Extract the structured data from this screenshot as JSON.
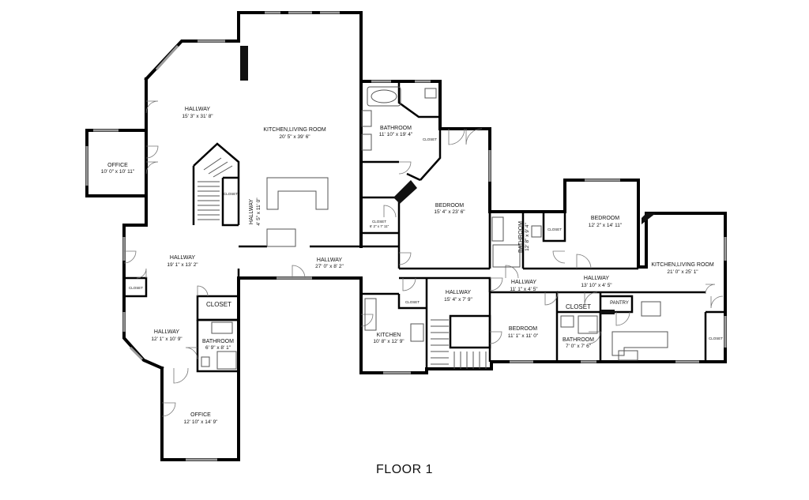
{
  "floor_label": "FLOOR 1",
  "rooms": {
    "hallway_nw": {
      "name": "HALLWAY",
      "dim": "15' 3\" x 31' 8\""
    },
    "kitchen_living_main": {
      "name": "KITCHEN,LIVING ROOM",
      "dim": "20' 5\" x 39' 6\""
    },
    "office_west": {
      "name": "OFFICE",
      "dim": "10' 0\" x 10' 11\""
    },
    "bathroom_master": {
      "name": "BATHROOM",
      "dim": "11' 10\" x 19' 4\""
    },
    "closet_master": {
      "name": "CLOSET"
    },
    "bedroom_master": {
      "name": "BEDROOM",
      "dim": "15' 4\" x 23' 6\""
    },
    "closet_stair": {
      "name": "CLOSET"
    },
    "hallway_vertical": {
      "name": "HALLWAY",
      "dim": "4' 5\" x 11' 0\""
    },
    "closet_small": {
      "name": "CLOSET",
      "dim": "6' 2\" x 7' 11\""
    },
    "hallway_west": {
      "name": "HALLWAY",
      "dim": "19' 1\" x 13' 2\""
    },
    "hallway_center": {
      "name": "HALLWAY",
      "dim": "27' 0\" x 8' 2\""
    },
    "closet_west_small": {
      "name": "CLOSET"
    },
    "closet_west": {
      "name": "CLOSET"
    },
    "hallway_sw": {
      "name": "HALLWAY",
      "dim": "12' 1\" x 10' 9\""
    },
    "bathroom_west": {
      "name": "BATHROOM",
      "dim": "6' 9\" x 8' 1\""
    },
    "office_south": {
      "name": "OFFICE",
      "dim": "12' 10\" x 14' 9\""
    },
    "kitchen_south": {
      "name": "KITCHEN",
      "dim": "10' 8\" x 12' 9\""
    },
    "closet_kitchen": {
      "name": "CLOSET"
    },
    "hallway_south": {
      "name": "HALLWAY",
      "dim": "15' 4\" x 7' 9\""
    },
    "bathroom_east_vertical": {
      "name": "BATHROOM",
      "dim": "12' 8\" x 9' 4\""
    },
    "closet_east": {
      "name": "CLOSET"
    },
    "bedroom_east": {
      "name": "BEDROOM",
      "dim": "12' 2\" x 14' 11\""
    },
    "hallway_east_small": {
      "name": "HALLWAY",
      "dim": "11' 1\" x 4' 5\""
    },
    "hallway_east": {
      "name": "HALLWAY",
      "dim": "13' 10\" x 4' 5\""
    },
    "kitchen_living_east": {
      "name": "KITCHEN,LIVING ROOM",
      "dim": "21' 0\" x 25' 1\""
    },
    "closet_east_hall": {
      "name": "CLOSET"
    },
    "pantry": {
      "name": "PANTRY"
    },
    "closet_east_far": {
      "name": "CLOSET"
    },
    "bedroom_south": {
      "name": "BEDROOM",
      "dim": "11' 1\" x 11' 0\""
    },
    "bathroom_south": {
      "name": "BATHROOM",
      "dim": "7' 0\" x 7' 6\""
    }
  }
}
